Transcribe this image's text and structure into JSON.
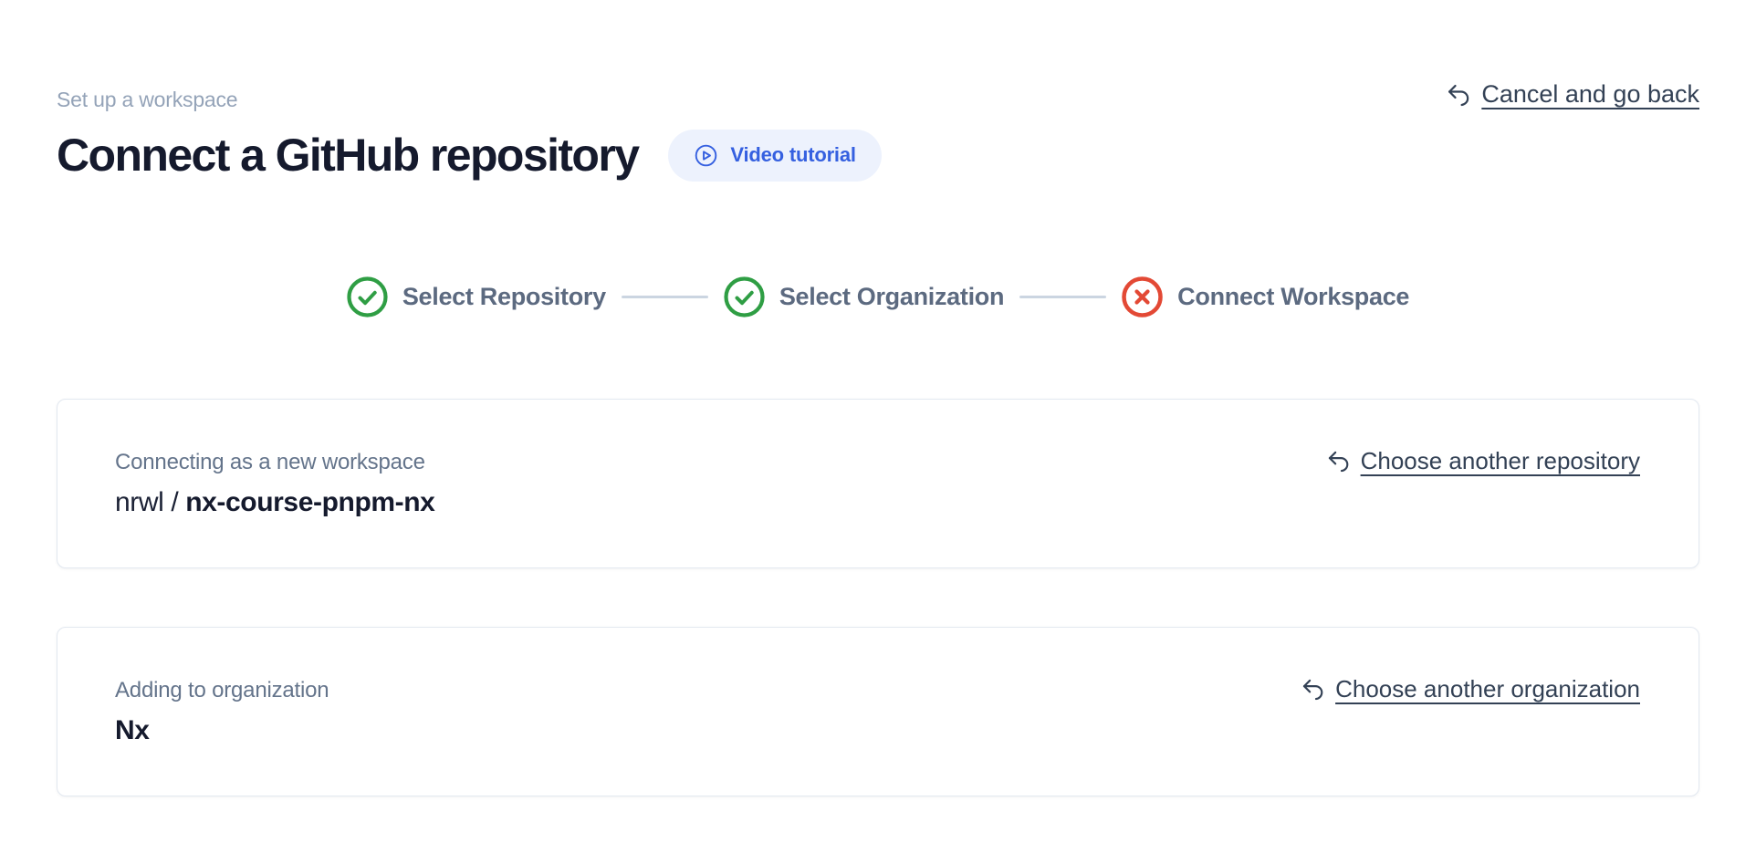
{
  "header": {
    "eyebrow": "Set up a workspace",
    "title": "Connect a GitHub repository",
    "video_tutorial_label": "Video tutorial",
    "cancel_label": "Cancel and go back"
  },
  "stepper": {
    "steps": [
      {
        "label": "Select Repository",
        "status": "complete"
      },
      {
        "label": "Select Organization",
        "status": "complete"
      },
      {
        "label": "Connect Workspace",
        "status": "error"
      }
    ]
  },
  "cards": [
    {
      "label": "Connecting as a new workspace",
      "value_prefix": "nrwl / ",
      "value": "nx-course-pnpm-nx",
      "action_label": "Choose another repository"
    },
    {
      "label": "Adding to organization",
      "value": "Nx",
      "action_label": "Choose another organization"
    }
  ],
  "icons": {
    "video_button": "play-circle-icon",
    "cancel_link": "undo-arrow-icon",
    "step_complete": "check-circle-icon",
    "step_error": "x-circle-icon",
    "card_action": "undo-arrow-icon"
  },
  "colors": {
    "accent_blue": "#3560e0",
    "accent_blue_bg": "#edf2fd",
    "success_green": "#2f9e44",
    "error_red": "#e34935",
    "eyebrow_text": "#94a3b8",
    "step_label_text": "#5c6a80",
    "link_text": "#334155",
    "card_border": "#e2e8f0",
    "heading_text": "#151a2d",
    "connector": "#cbd5e1"
  }
}
